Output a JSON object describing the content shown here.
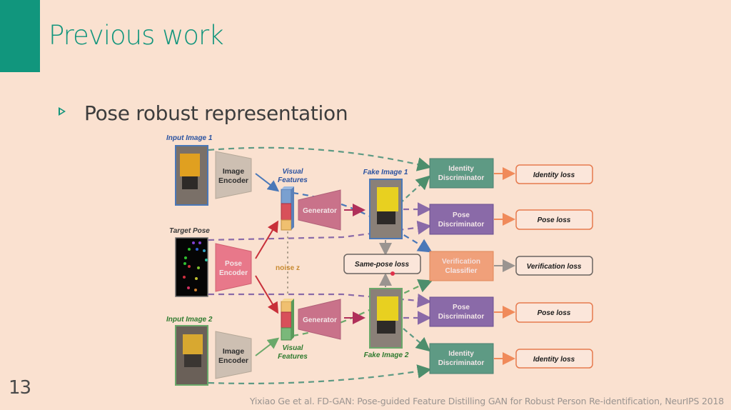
{
  "slide": {
    "title": "Previous work",
    "bullet": "Pose robust representation",
    "page_number": "13",
    "citation": "Yixiao Ge et al. FD-GAN: Pose-guided Feature Distilling GAN for Robust Person Re-identification, NeurIPS 2018",
    "accent_color": "#11967d"
  },
  "diagram": {
    "input_image_1": "Input Image 1",
    "input_image_2": "Input Image 2",
    "target_pose": "Target Pose",
    "image_encoder_1": [
      "Image",
      "Encoder"
    ],
    "image_encoder_2": [
      "Image",
      "Encoder"
    ],
    "pose_encoder": [
      "Pose",
      "Encoder"
    ],
    "visual_features_1": [
      "Visual",
      "Features"
    ],
    "visual_features_2": [
      "Visual",
      "Features"
    ],
    "noise": "noise z",
    "generator_1": "Generator",
    "generator_2": "Generator",
    "fake_image_1": "Fake Image 1",
    "fake_image_2": "Fake Image 2",
    "same_pose_loss": "Same-pose loss",
    "identity_discriminator_1": [
      "Identity",
      "Discriminator"
    ],
    "pose_discriminator_1": [
      "Pose",
      "Discriminator"
    ],
    "verification_classifier": [
      "Verification",
      "Classifier"
    ],
    "pose_discriminator_2": [
      "Pose",
      "Discriminator"
    ],
    "identity_discriminator_2": [
      "Identity",
      "Discriminator"
    ],
    "identity_loss_1": "Identity loss",
    "pose_loss_1": "Pose loss",
    "verification_loss": "Verification loss",
    "pose_loss_2": "Pose loss",
    "identity_loss_2": "Identity loss",
    "colors": {
      "identity": "#5e9a84",
      "pose": "#8a6aa8",
      "verification": "#f0a07a",
      "generator": "#c9728a",
      "pose_encoder": "#e8788a",
      "image_encoder": "#cdbfb2",
      "loss_border": "#e67a4e",
      "blue": "#4a78b8",
      "green": "#6aa86a",
      "red": "#c8303a"
    }
  }
}
